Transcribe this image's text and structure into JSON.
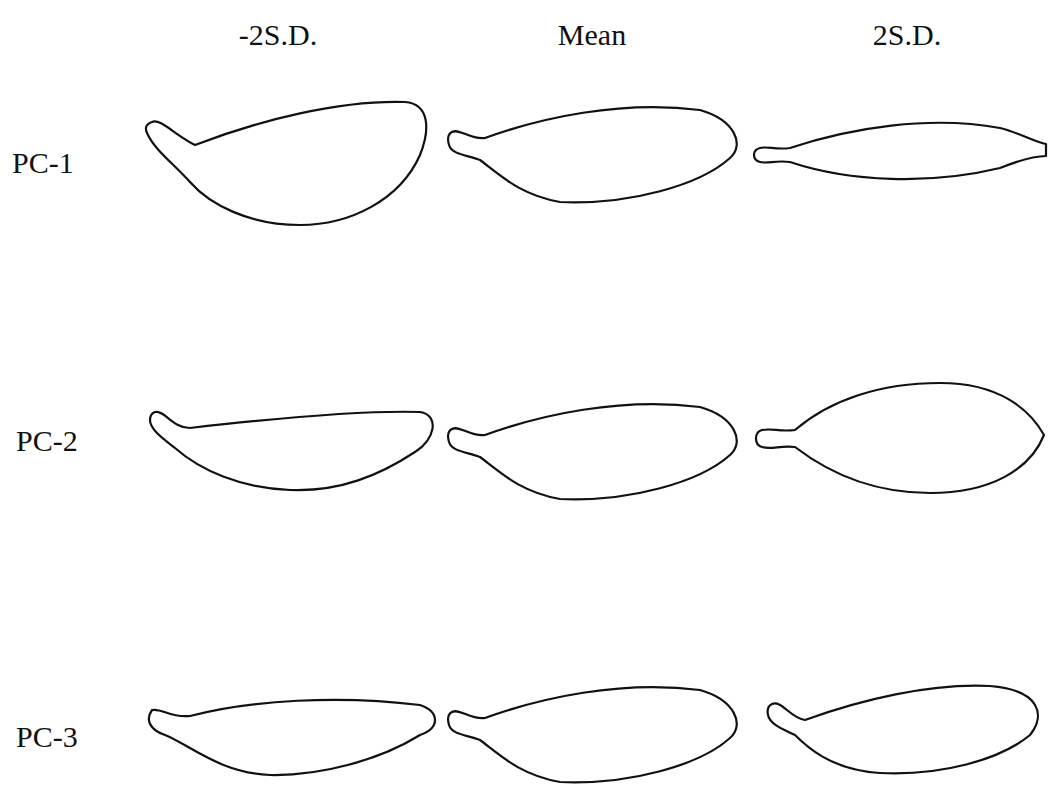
{
  "diagram": {
    "labels": [
      "-2S.D.",
      "Mean",
      "2S.D.",
      "PC-1",
      "PC-2",
      "PC-3"
    ]
  }
}
